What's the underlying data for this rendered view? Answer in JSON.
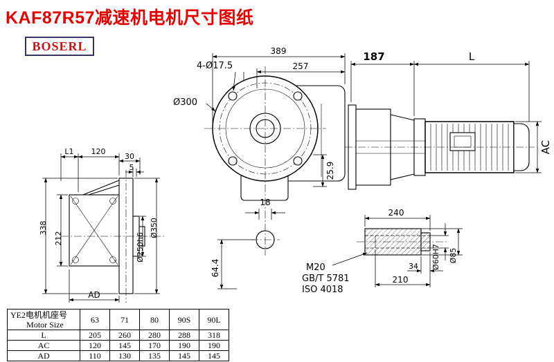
{
  "title": "KAF87R57减速机电机尺寸图纸",
  "logo": "BOSERL",
  "colors": {
    "title_red": "#e60000",
    "logo_red": "#cc1111",
    "logo_border_blue": "#333366",
    "line_black": "#000000"
  },
  "front_view": {
    "dim_389": "389",
    "dim_257": "257",
    "dim_holes": "4-Ø17.5",
    "dim_flange": "Ø300",
    "dim_25_9": "25.9",
    "dim_18": "18",
    "dim_64_4": "64.4"
  },
  "side_view": {
    "dim_L1": "L1",
    "dim_120": "120",
    "dim_30": "30",
    "dim_5": "5",
    "dim_338": "338",
    "dim_212": "212",
    "dim_AD": "AD",
    "dim_250": "Ø250h6",
    "dim_350": "Ø350"
  },
  "motor_view": {
    "dim_187": "187",
    "dim_L": "L",
    "dim_AC": "AC"
  },
  "shaft_view": {
    "dim_240": "240",
    "dim_34": "34",
    "dim_210": "210",
    "dim_60": "Ø60H7",
    "dim_85": "Ø85",
    "label_m20": "M20",
    "label_gb": "GB/T 5781",
    "label_iso": "ISO 4018"
  },
  "table": {
    "header_cn": "YE2电机机座号",
    "header_en": "Motor Size",
    "sizes": [
      "63",
      "71",
      "80",
      "90S",
      "90L"
    ],
    "rows": [
      {
        "label": "L",
        "values": [
          "205",
          "260",
          "280",
          "288",
          "318"
        ]
      },
      {
        "label": "AC",
        "values": [
          "120",
          "145",
          "170",
          "190",
          "190"
        ]
      },
      {
        "label": "AD",
        "values": [
          "110",
          "130",
          "135",
          "145",
          "145"
        ]
      }
    ]
  }
}
